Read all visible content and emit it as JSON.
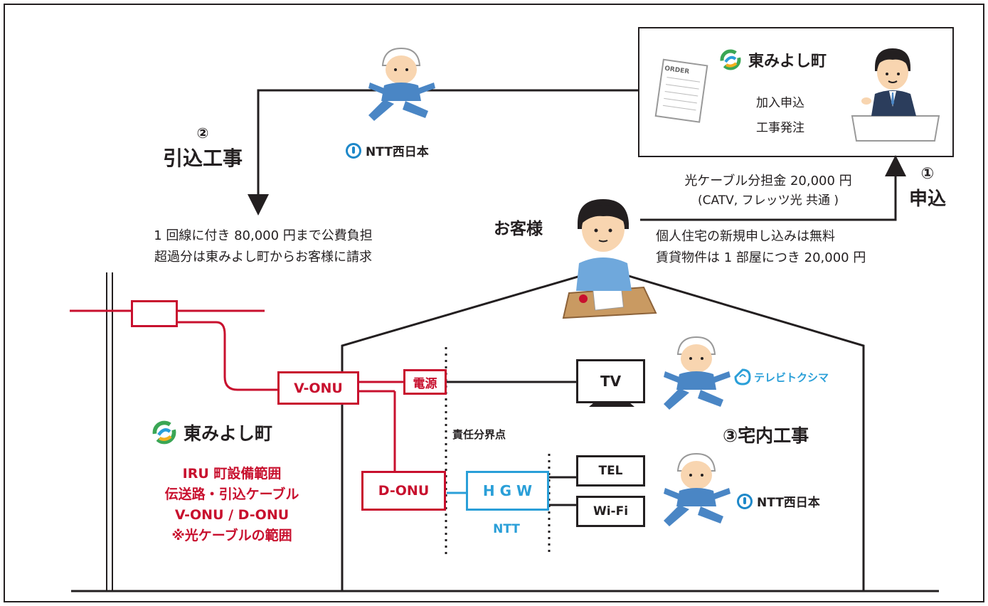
{
  "town": {
    "name": "東みよし町",
    "office_application": "加入申込",
    "office_order": "工事発注",
    "order_sheet_label": "ORDER",
    "scope_lines": [
      "IRU 町設備範囲",
      "伝送路・引込ケーブル",
      "V-ONU / D-ONU",
      "※光ケーブルの範囲"
    ]
  },
  "steps": {
    "step1_number": "①",
    "step1_label": "申込",
    "step2_number": "②",
    "step2_label": "引込工事",
    "step3_label": "③宅内工事"
  },
  "fees": {
    "cable_fee": "光ケーブル分担金 20,000 円",
    "cable_fee_note": "(CATV, フレッツ光 共通 )",
    "new_home": "個人住宅の新規申し込みは無料",
    "rental": "賃貸物件は 1 部屋につき 20,000 円"
  },
  "subsidy": {
    "line1": "1 回線に付き 80,000 円まで公費負担",
    "line2": "超過分は東みよし町からお客様に請求"
  },
  "customer_label": "お客様",
  "equipment": {
    "v_onu": "V-ONU",
    "d_onu": "D-ONU",
    "power": "電源",
    "tv": "TV",
    "hgw": "H G W",
    "hgw_owner": "NTT",
    "tel": "TEL",
    "wifi": "Wi-Fi"
  },
  "boundary_label": "責任分界点",
  "providers": {
    "ntt_west": "NTT西日本",
    "tokushima": "テレビトクシマ"
  },
  "colors": {
    "red": "#c8102e",
    "blue": "#2a9fd8",
    "black": "#231f20",
    "worker_blue": "#4a86c5",
    "logo_green": "#3aa655",
    "logo_yellow": "#f2b01e"
  }
}
